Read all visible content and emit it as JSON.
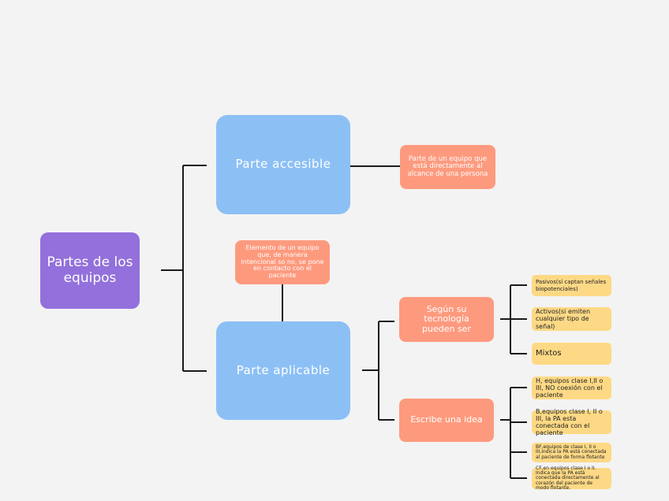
{
  "diagram": {
    "root": {
      "label": "Partes de los equipos"
    },
    "branches": [
      {
        "label": "Parte accesible",
        "description": "Parte de un equipo que está directamente al alcance de una persona"
      },
      {
        "label": "Parte aplicable",
        "description": "Elemento de un equipo que, de manera intencional so no, se pone en contacto con el paciente",
        "children": [
          {
            "label": "Según su tecnología pueden ser",
            "children": [
              "Pasivos(sí captan señales biopotenciales)",
              "Activos(si emiten cualquier tipo de señal)",
              "Mixtos"
            ]
          },
          {
            "label": "Escribe una idea",
            "children": [
              "H, equipos clase I,II o III, NO coexión con el paciente",
              "B,equipos clase I, II o III, la PA esta conectada con el paciente",
              "BF,equipos de clase I, II o III,indica la PA está conectada al paciente de forma flotante",
              "CF,en equipos clase I o II. Indica que la PA está conectada directamente al corazón del paciente de modo flotante."
            ]
          }
        ]
      }
    ]
  },
  "colors": {
    "root": "#9370db",
    "main_topic": "#8cc0f5",
    "subtopic": "#fd9a7e",
    "leaf": "#fdd985",
    "connector": "#1a1a1a",
    "background": "#f3f3f3"
  }
}
